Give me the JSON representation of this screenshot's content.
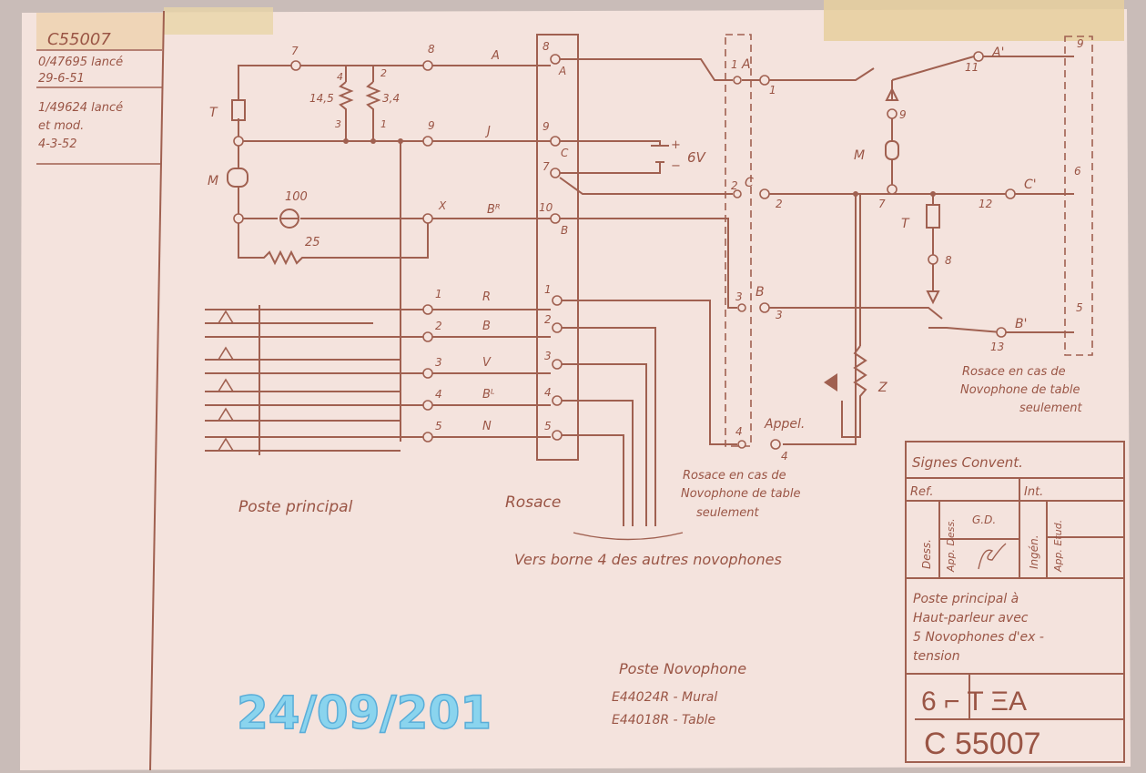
{
  "drawing_number": "C55007",
  "revisions": [
    {
      "line1": "0/47695 lancé",
      "line2": "29-6-51"
    },
    {
      "line1": "1/49624 lancé",
      "line2": "et mod.",
      "line3": "4-3-52"
    }
  ],
  "left_station": {
    "label": "Poste principal",
    "components": {
      "T": "T",
      "M": "M",
      "lamp": "100",
      "resistor_25": "25",
      "res1": "14,5",
      "res2": "3,4"
    },
    "terminals": [
      "7",
      "8",
      "9",
      "X",
      "4",
      "3",
      "2",
      "1",
      "1",
      "2",
      "3",
      "4",
      "5"
    ],
    "wire_labels": [
      "A",
      "J",
      "Bᴿ",
      "R",
      "B",
      "V",
      "Bᴸ",
      "N"
    ]
  },
  "rosace": {
    "label": "Rosace",
    "terminals": [
      "8",
      "A",
      "9",
      "C",
      "7",
      "10",
      "B",
      "1",
      "2",
      "3",
      "4",
      "5"
    ]
  },
  "battery": {
    "label": "6V",
    "plus": "+",
    "minus": "−"
  },
  "remote": {
    "terminals_left": [
      "1",
      "A",
      "1",
      "2",
      "C",
      "2",
      "3",
      "B",
      "3",
      "4",
      "Appel.",
      "4"
    ],
    "terminals_right": [
      "11",
      "A'",
      "9",
      "M",
      "7",
      "T",
      "8",
      "12",
      "C'",
      "13",
      "B'",
      "Z"
    ],
    "box_numbers": [
      "9",
      "6",
      "5"
    ],
    "note_right": [
      "Rosace en cas de",
      "Novophone de table",
      "seulement"
    ],
    "note_center": [
      "Rosace en cas de",
      "Novophone de table",
      "seulement"
    ]
  },
  "vers_borne": "Vers borne 4 des autres novophones",
  "poste_novophone": {
    "title": "Poste Novophone",
    "lines": [
      "E44024R - Mural",
      "E44018R - Table"
    ]
  },
  "title_block": {
    "signes": "Signes Convent.",
    "ref": "Ref.",
    "int": "Int.",
    "dess": "Dess.",
    "app_dess": "App. Dess.",
    "gd": "G.D.",
    "ingen": "Ingén.",
    "app_etud": "App. Etud.",
    "title": [
      "Poste principal à",
      "Haut-parleur avec",
      "5 Novophones d'ex -",
      "tension"
    ],
    "code": "6 ⌐ Τ ΞΑ",
    "number": "C 55007"
  },
  "date_stamp": "24/09/201"
}
